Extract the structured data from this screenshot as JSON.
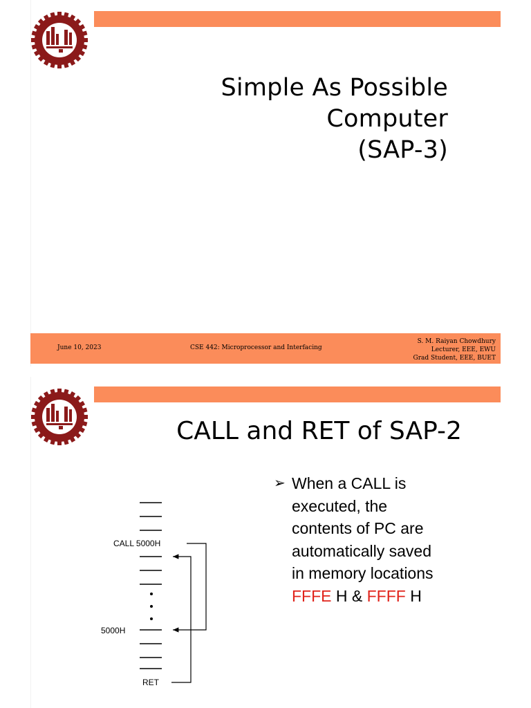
{
  "slide1": {
    "title_lines": [
      "Simple As Possible",
      "Computer",
      "(SAP-3)"
    ],
    "footer": {
      "date": "June 10, 2023",
      "course": "CSE 442: Microprocessor and Interfacing",
      "author_lines": [
        "S. M. Raiyan Chowdhury",
        "Lecturer, EEE, EWU",
        "Grad Student, EEE, BUET"
      ]
    }
  },
  "slide2": {
    "title": "CALL and RET of SAP-2",
    "bullet": {
      "arrow": "➢",
      "lines": [
        "When a CALL is",
        "executed, the",
        "contents of PC are",
        "automatically saved",
        "in memory locations"
      ],
      "last_line": {
        "part1": "FFFE",
        "part2": " H & ",
        "part3": "FFFF",
        "part4": " H"
      }
    },
    "diagram": {
      "call_label": "CALL 5000H",
      "addr_label": "5000H",
      "ret_label": "RET"
    }
  },
  "colors": {
    "accent_bar": "#fb8c5a",
    "logo": "#8b1a1a",
    "highlight": "#e0231b"
  }
}
